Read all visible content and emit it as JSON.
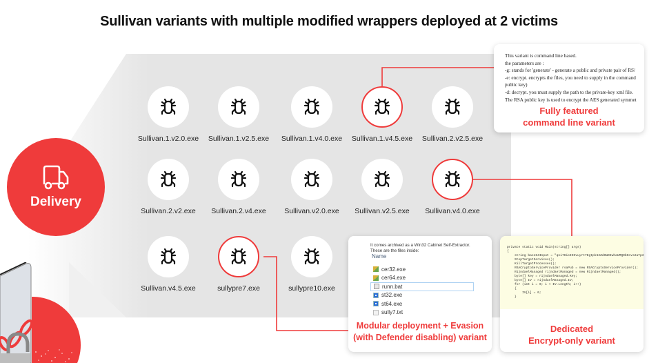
{
  "title": "Sullivan variants with multiple modified wrappers deployed at 2 victims",
  "colors": {
    "accent": "#ef3b3b",
    "band": "#e5e5e5",
    "card_bg": "#ffffff",
    "code_bg": "#fdfde3"
  },
  "delivery": {
    "icon": "truck-icon",
    "label": "Delivery"
  },
  "variants": [
    {
      "name": "Sullivan.1.v2.0.exe",
      "icon": "bug-icon",
      "highlighted": false
    },
    {
      "name": "Sullivan.1.v2.5.exe",
      "icon": "bug-icon",
      "highlighted": false
    },
    {
      "name": "Sullivan.1.v4.0.exe",
      "icon": "bug-icon",
      "highlighted": false
    },
    {
      "name": "Sullivan.1.v4.5.exe",
      "icon": "bug-icon",
      "highlighted": true
    },
    {
      "name": "Sullivan.2.v2.5.exe",
      "icon": "bug-icon",
      "highlighted": false
    },
    {
      "name": "Sullivan.2.v2.exe",
      "icon": "bug-icon",
      "highlighted": false
    },
    {
      "name": "Sullivan.2.v4.exe",
      "icon": "bug-icon",
      "highlighted": false
    },
    {
      "name": "Sullivan.v2.0.exe",
      "icon": "bug-icon",
      "highlighted": false
    },
    {
      "name": "Sullivan.v2.5.exe",
      "icon": "bug-icon",
      "highlighted": false
    },
    {
      "name": "Sullivan.v4.0.exe",
      "icon": "bug-icon",
      "highlighted": true
    },
    {
      "name": "Sullivan.v4.5.exe",
      "icon": "bug-icon",
      "highlighted": false
    },
    {
      "name": "sullypre7.exe",
      "icon": "bug-icon",
      "highlighted": true
    },
    {
      "name": "sullypre10.exe",
      "icon": "bug-icon",
      "highlighted": false
    }
  ],
  "cards": {
    "command_line": {
      "lines": [
        "This variant is command line based.",
        "the parameters are :",
        "-g: stands for 'generate' - generate a public and private pair of RS/",
        "-e: encrypt. encrypts the files, you need to supply in the command",
        "public key)",
        "-d: decrypt. you must supply the path to the private-key xml file.",
        "The RSA public key is used to encrypt the AES generated symmet"
      ],
      "caption_line1": "Fully featured",
      "caption_line2": "command line variant"
    },
    "modular": {
      "intro_line1": "It comes archived as a Win32 Cabinet Self-Extractor.",
      "intro_line2": "These are the files inside:",
      "column_header": "Name",
      "files": [
        {
          "name": "cer32.exe",
          "icon": "installer-icon",
          "selected": false
        },
        {
          "name": "cer64.exe",
          "icon": "installer-icon",
          "selected": false
        },
        {
          "name": "runn.bat",
          "icon": "batch-file-icon",
          "selected": true
        },
        {
          "name": "st32.exe",
          "icon": "executable-icon",
          "selected": false
        },
        {
          "name": "st64.exe",
          "icon": "executable-icon",
          "selected": false
        },
        {
          "name": "sully7.txt",
          "icon": "text-file-icon",
          "selected": false
        }
      ],
      "caption_line1": "Modular deployment + Evasion",
      "caption_line2": "(with Defender disabling) variant"
    },
    "encrypt_only": {
      "code_lines": [
        "private static void Main(string[] args)",
        "{",
        "    string base64Input = \"qni7KisI9SvuyrtYEgtpk62ZdHW0IwhaUMQ0b0cvs2aYp3",
        "    StopTargetServices();",
        "    KillTargetProcesses();",
        "    RSACryptoServiceProvider rsaPub = new RSACryptoServiceProvider();",
        "    RijndaelManaged rijndaelManaged = new RijndaelManaged();",
        "    byte[] key = rijndaelManaged.Key;",
        "    byte[] IV = rijndaelManaged.IV;",
        "    for (int i = 0; i < IV.Length; i++)",
        "    {",
        "        IV[i] = 0;",
        "    }"
      ],
      "caption_line1": "Dedicated",
      "caption_line2": "Encrypt-only variant"
    }
  }
}
